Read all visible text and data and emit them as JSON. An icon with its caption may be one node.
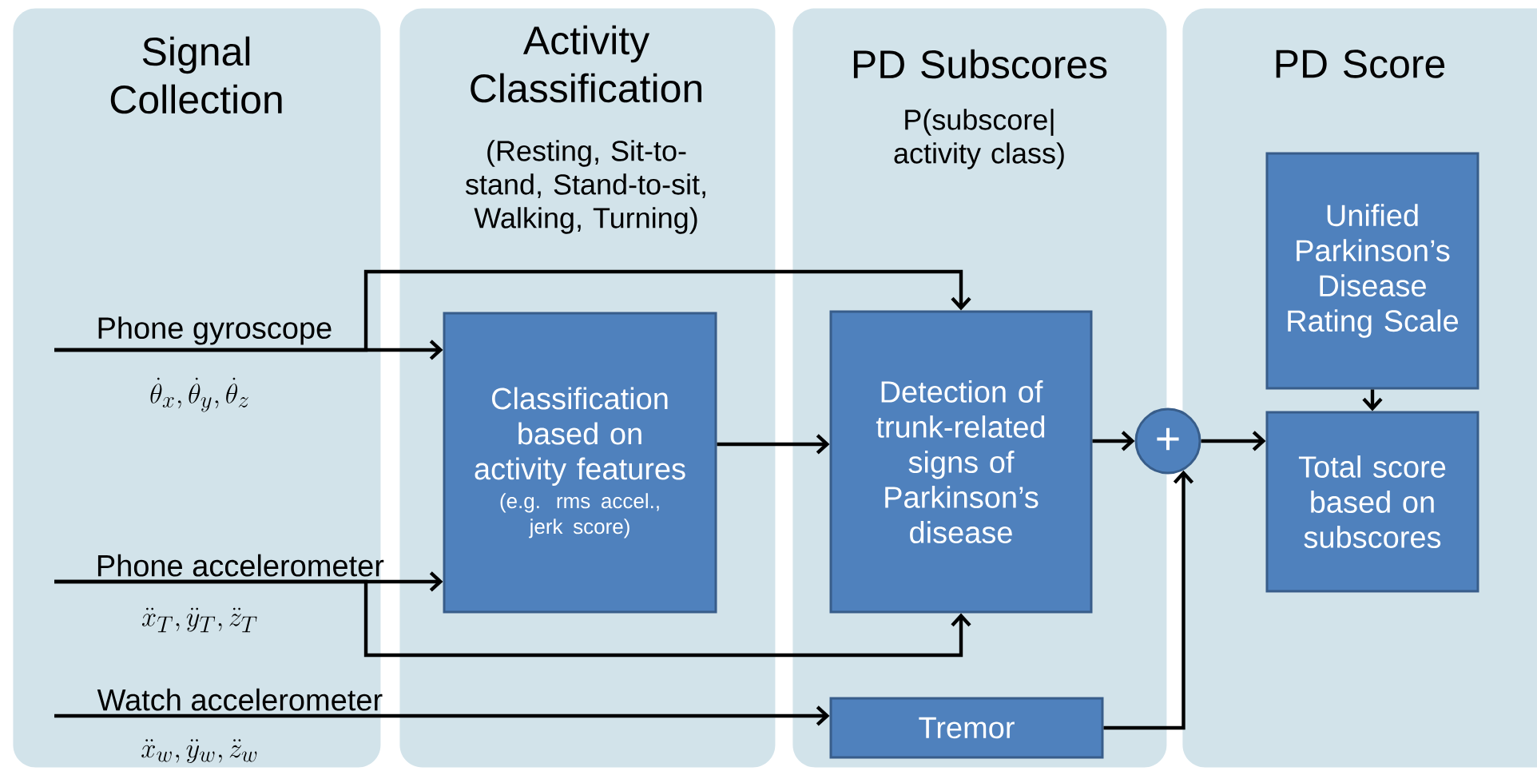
{
  "diagram": {
    "nodes": [
      {
        "text": [
          "Signal Collection"
        ]
      },
      {
        "text": [
          "Activity Classification",
          "(Resting, Sit-to-stand, Stand-to-sit, Walking, Turning)"
        ]
      },
      {
        "text": [
          "PD Subscores",
          "P(subscore| activity class)"
        ]
      },
      {
        "text": [
          "PD Score"
        ]
      },
      {
        "text": [
          "Phone gyroscope"
        ],
        "in": 0
      },
      {
        "text": [
          "Phone accelerometer"
        ],
        "in": 0
      },
      {
        "text": [
          "Watch accelerometer"
        ],
        "in": 0
      },
      {
        "text": [
          "Classification based on activity features",
          "(e.g. rms accel., jerk score)"
        ],
        "in": 1
      },
      {
        "text": [
          "Detection of trunk-related signs of Parkinson’s disease"
        ],
        "in": 2
      },
      {
        "text": [
          "Tremor"
        ],
        "in": 2
      },
      {
        "text": [
          "+"
        ]
      },
      {
        "text": [
          "Unified Parkinson’s Disease Rating Scale"
        ],
        "in": 3
      },
      {
        "text": [
          "Total score based on subscores"
        ],
        "in": 3
      }
    ],
    "edges": [
      {
        "from": 4,
        "to": 7,
        "arrow": "to"
      },
      {
        "from": 4,
        "to": 8,
        "arrow": "to"
      },
      {
        "from": 5,
        "to": 7,
        "arrow": "to"
      },
      {
        "from": 5,
        "to": 8,
        "arrow": "to"
      },
      {
        "from": 6,
        "to": 9,
        "arrow": "to"
      },
      {
        "from": 7,
        "to": 8,
        "arrow": "to"
      },
      {
        "from": 8,
        "to": 10,
        "arrow": "to"
      },
      {
        "from": 9,
        "to": 10,
        "arrow": "to"
      },
      {
        "from": 10,
        "to": 12,
        "arrow": "to"
      },
      {
        "from": 11,
        "to": 12,
        "arrow": "to"
      }
    ],
    "labels": [
      "\\dot{\\theta}_x, \\dot{\\theta}_y, \\dot{\\theta}_z",
      "\\ddot{x}_T, \\ddot{y}_T, \\ddot{z}_T",
      "\\ddot{x}_w, \\ddot{y}_w, \\ddot{z}_w"
    ]
  }
}
